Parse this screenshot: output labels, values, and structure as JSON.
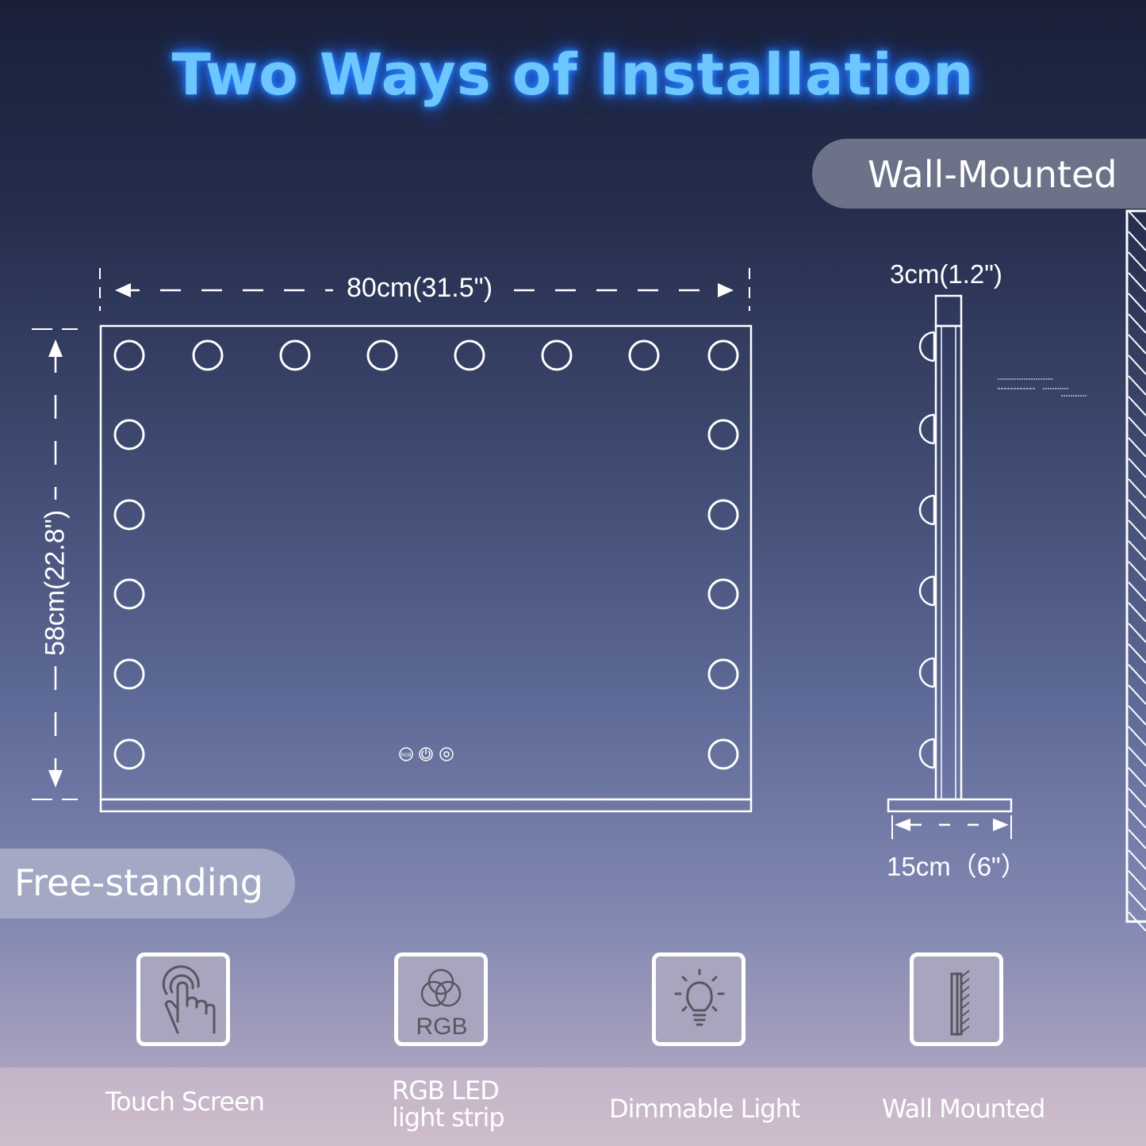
{
  "title": "Two Ways of Installation",
  "modes": {
    "wall_mounted": "Wall-Mounted",
    "free_standing": "Free-standing"
  },
  "dimensions": {
    "width": "80cm(31.5\")",
    "height": "58cm(22.8\")",
    "depth": "3cm(1.2\")",
    "base": "15cm（6\"）"
  },
  "features": [
    {
      "label": "Touch Screen",
      "icon": "touch-hand-icon"
    },
    {
      "label": "RGB LED light strip",
      "line1": "RGB LED",
      "line2": "light strip",
      "icon": "rgb-circles-icon",
      "icon_text": "RGB"
    },
    {
      "label": "Dimmable Light",
      "icon": "lightbulb-icon"
    },
    {
      "label": "Wall Mounted",
      "icon": "wall-mount-icon"
    }
  ],
  "panel_icons": [
    "rgb-icon",
    "power-icon",
    "brightness-icon"
  ],
  "panel_icon_text": "RGB",
  "colors": {
    "title_glow": "#6ec6ff",
    "pill_wall": "#6c7389",
    "pill_free": "#a3a8c4"
  }
}
